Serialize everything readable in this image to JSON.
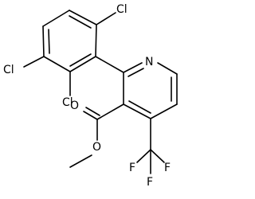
{
  "molecule": {
    "atoms": {
      "cl_top_right": "Cl",
      "cl_left": "Cl",
      "cl_bottom": "Cl",
      "n_ring": "N",
      "o_carbonyl": "O",
      "o_ester": "O",
      "f_left": "F",
      "f_right": "F",
      "f_bottom": "F"
    }
  }
}
